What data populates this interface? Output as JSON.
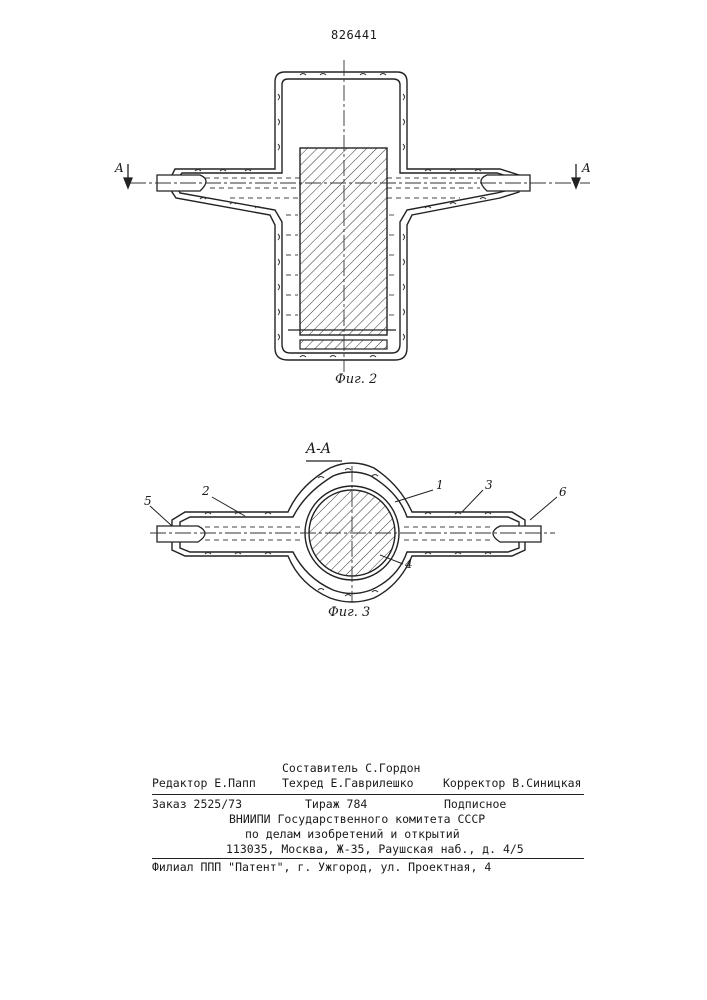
{
  "header": {
    "doc_number": "826441"
  },
  "figure2": {
    "caption": "Фиг. 2",
    "section_mark_left": "A",
    "section_mark_right": "A"
  },
  "figure3": {
    "title": "A-A",
    "caption": "Фиг. 3",
    "refs": [
      "1",
      "2",
      "3",
      "4",
      "5",
      "6"
    ]
  },
  "colophon": {
    "compiler": "Составитель С.Гордон",
    "editor": "Редактор Е.Папп",
    "techred": "Техред Е.Гаврилешко",
    "corrector": "Корректор В.Синицкая",
    "order": "Заказ 2525/73",
    "circulation": "Тираж 784",
    "subscription": "Подписное",
    "org_line1": "ВНИИПИ Государственного комитета СССР",
    "org_line2": "по делам изобретений и открытий",
    "address": "113035, Москва, Ж-35, Раушская наб., д. 4/5",
    "branch": "Филиал ППП \"Патент\", г. Ужгород, ул. Проектная, 4"
  }
}
